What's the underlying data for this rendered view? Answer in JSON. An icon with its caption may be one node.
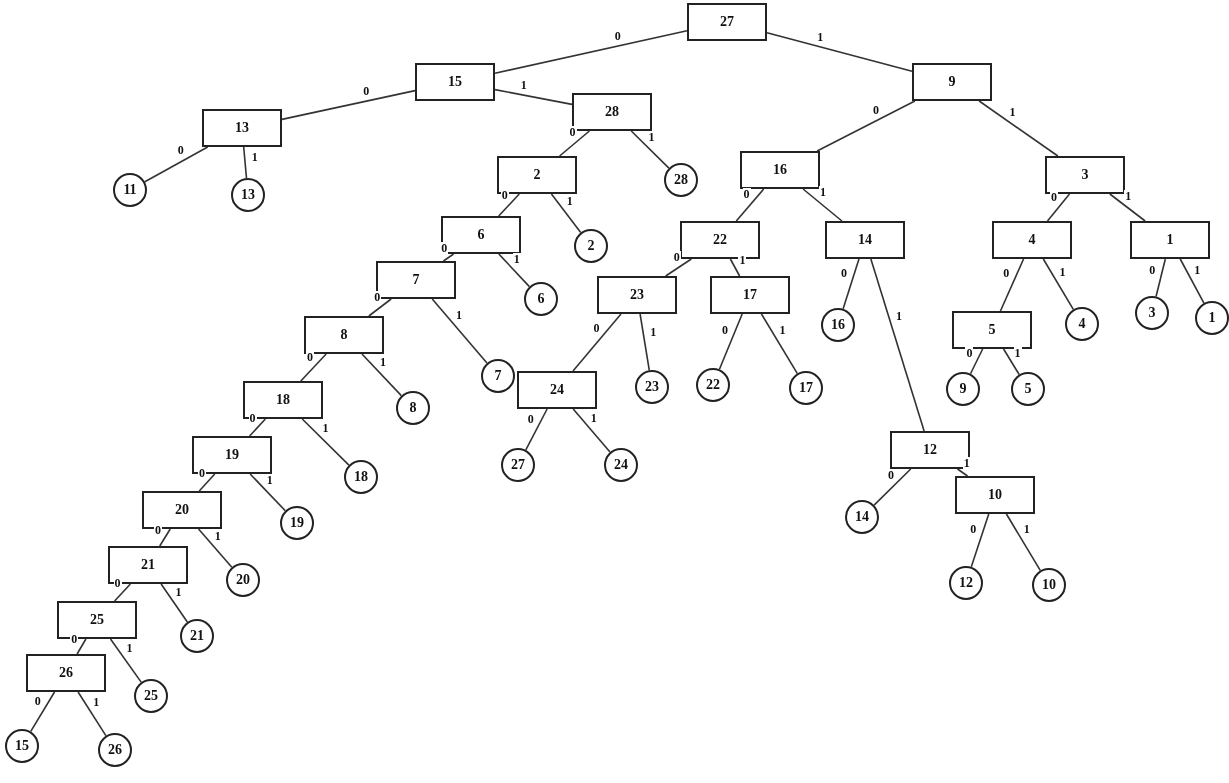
{
  "diagram": {
    "nodes": [
      {
        "text": [
          "27"
        ]
      },
      {
        "text": [
          "15"
        ]
      },
      {
        "text": [
          "9"
        ]
      },
      {
        "text": [
          "13"
        ]
      },
      {
        "text": [
          "28"
        ]
      },
      {
        "text": [
          "11"
        ]
      },
      {
        "text": [
          "13"
        ]
      },
      {
        "text": [
          "2"
        ]
      },
      {
        "text": [
          "28"
        ]
      },
      {
        "text": [
          "16"
        ]
      },
      {
        "text": [
          "3"
        ]
      },
      {
        "text": [
          "6"
        ]
      },
      {
        "text": [
          "2"
        ]
      },
      {
        "text": [
          "22"
        ]
      },
      {
        "text": [
          "14"
        ]
      },
      {
        "text": [
          "4"
        ]
      },
      {
        "text": [
          "1"
        ]
      },
      {
        "text": [
          "7"
        ]
      },
      {
        "text": [
          "6"
        ]
      },
      {
        "text": [
          "23"
        ]
      },
      {
        "text": [
          "17"
        ]
      },
      {
        "text": [
          "16"
        ]
      },
      {
        "text": [
          "5"
        ]
      },
      {
        "text": [
          "4"
        ]
      },
      {
        "text": [
          "3"
        ]
      },
      {
        "text": [
          "1"
        ]
      },
      {
        "text": [
          "8"
        ]
      },
      {
        "text": [
          "7"
        ]
      },
      {
        "text": [
          "24"
        ]
      },
      {
        "text": [
          "23"
        ]
      },
      {
        "text": [
          "22"
        ]
      },
      {
        "text": [
          "17"
        ]
      },
      {
        "text": [
          "9"
        ]
      },
      {
        "text": [
          "5"
        ]
      },
      {
        "text": [
          "18"
        ]
      },
      {
        "text": [
          "8"
        ]
      },
      {
        "text": [
          "27"
        ]
      },
      {
        "text": [
          "24"
        ]
      },
      {
        "text": [
          "12"
        ]
      },
      {
        "text": [
          "19"
        ]
      },
      {
        "text": [
          "18"
        ]
      },
      {
        "text": [
          "19"
        ]
      },
      {
        "text": [
          "14"
        ]
      },
      {
        "text": [
          "10"
        ]
      },
      {
        "text": [
          "20"
        ]
      },
      {
        "text": [
          "20"
        ]
      },
      {
        "text": [
          "12"
        ]
      },
      {
        "text": [
          "10"
        ]
      },
      {
        "text": [
          "21"
        ]
      },
      {
        "text": [
          "21"
        ]
      },
      {
        "text": [
          "25"
        ]
      },
      {
        "text": [
          "25"
        ]
      },
      {
        "text": [
          "26"
        ]
      },
      {
        "text": [
          "15"
        ]
      },
      {
        "text": [
          "26"
        ]
      }
    ],
    "edges": [
      {
        "from": 0,
        "to": 1,
        "arrow": "none",
        "label": "0"
      },
      {
        "from": 0,
        "to": 2,
        "arrow": "none",
        "label": "1"
      },
      {
        "from": 1,
        "to": 3,
        "arrow": "none",
        "label": "0"
      },
      {
        "from": 1,
        "to": 4,
        "arrow": "none",
        "label": "1"
      },
      {
        "from": 3,
        "to": 5,
        "arrow": "none",
        "label": "0"
      },
      {
        "from": 3,
        "to": 6,
        "arrow": "none",
        "label": "1"
      },
      {
        "from": 4,
        "to": 7,
        "arrow": "none",
        "label": "0"
      },
      {
        "from": 4,
        "to": 8,
        "arrow": "none",
        "label": "1"
      },
      {
        "from": 2,
        "to": 9,
        "arrow": "none",
        "label": "0"
      },
      {
        "from": 2,
        "to": 10,
        "arrow": "none",
        "label": "1"
      },
      {
        "from": 7,
        "to": 11,
        "arrow": "none",
        "label": "0"
      },
      {
        "from": 7,
        "to": 12,
        "arrow": "none",
        "label": "1"
      },
      {
        "from": 9,
        "to": 13,
        "arrow": "none",
        "label": "0"
      },
      {
        "from": 9,
        "to": 14,
        "arrow": "none",
        "label": "1"
      },
      {
        "from": 10,
        "to": 15,
        "arrow": "none",
        "label": "0"
      },
      {
        "from": 10,
        "to": 16,
        "arrow": "none",
        "label": "1"
      },
      {
        "from": 11,
        "to": 17,
        "arrow": "none",
        "label": "0"
      },
      {
        "from": 11,
        "to": 18,
        "arrow": "none",
        "label": "1"
      },
      {
        "from": 13,
        "to": 19,
        "arrow": "none",
        "label": "0"
      },
      {
        "from": 13,
        "to": 20,
        "arrow": "none",
        "label": "1"
      },
      {
        "from": 14,
        "to": 21,
        "arrow": "none",
        "label": "0"
      },
      {
        "from": 14,
        "to": 38,
        "arrow": "none",
        "label": "1"
      },
      {
        "from": 15,
        "to": 22,
        "arrow": "none",
        "label": "0"
      },
      {
        "from": 15,
        "to": 23,
        "arrow": "none",
        "label": "1"
      },
      {
        "from": 16,
        "to": 24,
        "arrow": "none",
        "label": "0"
      },
      {
        "from": 16,
        "to": 25,
        "arrow": "none",
        "label": "1"
      },
      {
        "from": 17,
        "to": 26,
        "arrow": "none",
        "label": "0"
      },
      {
        "from": 17,
        "to": 27,
        "arrow": "none",
        "label": "1"
      },
      {
        "from": 19,
        "to": 28,
        "arrow": "none",
        "label": "0"
      },
      {
        "from": 19,
        "to": 29,
        "arrow": "none",
        "label": "1"
      },
      {
        "from": 20,
        "to": 30,
        "arrow": "none",
        "label": "0"
      },
      {
        "from": 20,
        "to": 31,
        "arrow": "none",
        "label": "1"
      },
      {
        "from": 22,
        "to": 32,
        "arrow": "none",
        "label": "0"
      },
      {
        "from": 22,
        "to": 33,
        "arrow": "none",
        "label": "1"
      },
      {
        "from": 26,
        "to": 34,
        "arrow": "none",
        "label": "0"
      },
      {
        "from": 26,
        "to": 35,
        "arrow": "none",
        "label": "1"
      },
      {
        "from": 28,
        "to": 36,
        "arrow": "none",
        "label": "0"
      },
      {
        "from": 28,
        "to": 37,
        "arrow": "none",
        "label": "1"
      },
      {
        "from": 34,
        "to": 39,
        "arrow": "none",
        "label": "0"
      },
      {
        "from": 34,
        "to": 40,
        "arrow": "none",
        "label": "1"
      },
      {
        "from": 38,
        "to": 42,
        "arrow": "none",
        "label": "0"
      },
      {
        "from": 38,
        "to": 43,
        "arrow": "none",
        "label": "1"
      },
      {
        "from": 39,
        "to": 44,
        "arrow": "none",
        "label": "0"
      },
      {
        "from": 39,
        "to": 41,
        "arrow": "none",
        "label": "1"
      },
      {
        "from": 43,
        "to": 46,
        "arrow": "none",
        "label": "0"
      },
      {
        "from": 43,
        "to": 47,
        "arrow": "none",
        "label": "1"
      },
      {
        "from": 44,
        "to": 48,
        "arrow": "none",
        "label": "0"
      },
      {
        "from": 44,
        "to": 45,
        "arrow": "none",
        "label": "1"
      },
      {
        "from": 48,
        "to": 50,
        "arrow": "none",
        "label": "0"
      },
      {
        "from": 48,
        "to": 49,
        "arrow": "none",
        "label": "1"
      },
      {
        "from": 50,
        "to": 52,
        "arrow": "none",
        "label": "0"
      },
      {
        "from": 50,
        "to": 51,
        "arrow": "none",
        "label": "1"
      },
      {
        "from": 52,
        "to": 53,
        "arrow": "none",
        "label": "0"
      },
      {
        "from": 52,
        "to": 54,
        "arrow": "none",
        "label": "1"
      }
    ]
  }
}
